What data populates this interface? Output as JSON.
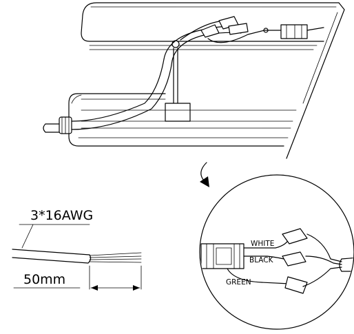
{
  "labels": {
    "wire_spec": "3*16AWG",
    "strip_length": "50mm",
    "wire_white": "WHITE",
    "wire_black": "BLACK",
    "wire_green": "GREEN"
  }
}
